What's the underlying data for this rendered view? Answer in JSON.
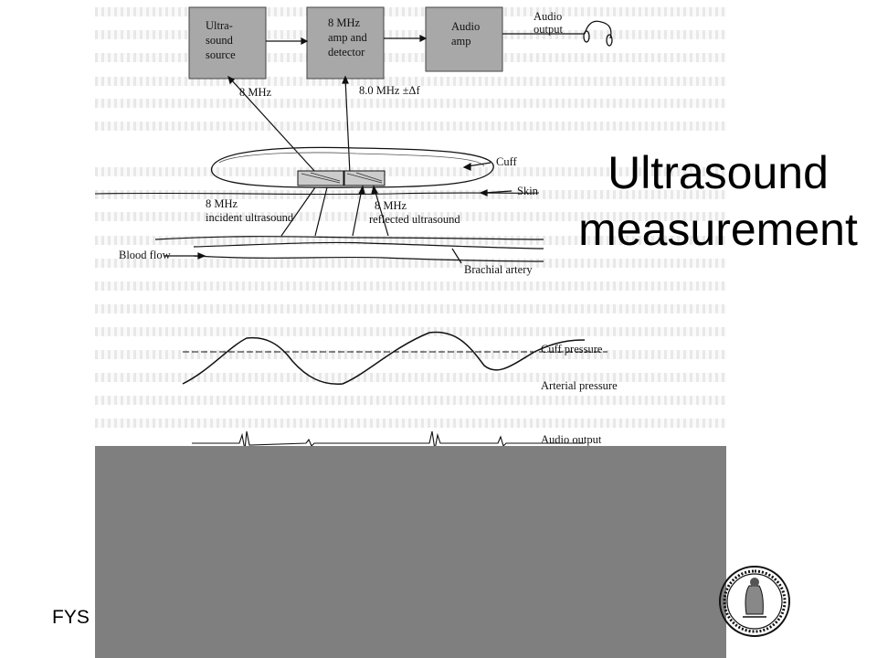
{
  "slide": {
    "title_line1": "Ultrasound",
    "title_line2": "measurement",
    "footer": "FYS"
  },
  "diagram": {
    "blocks": {
      "source": [
        "Ultra-",
        "sound",
        "source"
      ],
      "amp_detector": [
        "8 MHz",
        "amp and",
        "detector"
      ],
      "audio_amp": [
        "Audio",
        "amp"
      ]
    },
    "labels": {
      "audio_output_top": [
        "Audio",
        "output"
      ],
      "freq_left": "8 MHz",
      "freq_right": "8.0 MHz  ±Δf",
      "cuff": "Cuff",
      "skin": "Skin",
      "incident": [
        "8 MHz",
        "incident ultrasound"
      ],
      "reflected": [
        "8 MHz",
        "reflected ultrasound"
      ],
      "blood_flow": "Blood flow",
      "brachial_artery": "Brachial artery",
      "cuff_pressure": "Cuff pressure",
      "arterial_pressure": "Arterial pressure",
      "audio_output_bottom": "Audio output"
    }
  },
  "colors": {
    "block_fill": "#a8a8a8",
    "gray_panel": "#7f7f7f"
  }
}
